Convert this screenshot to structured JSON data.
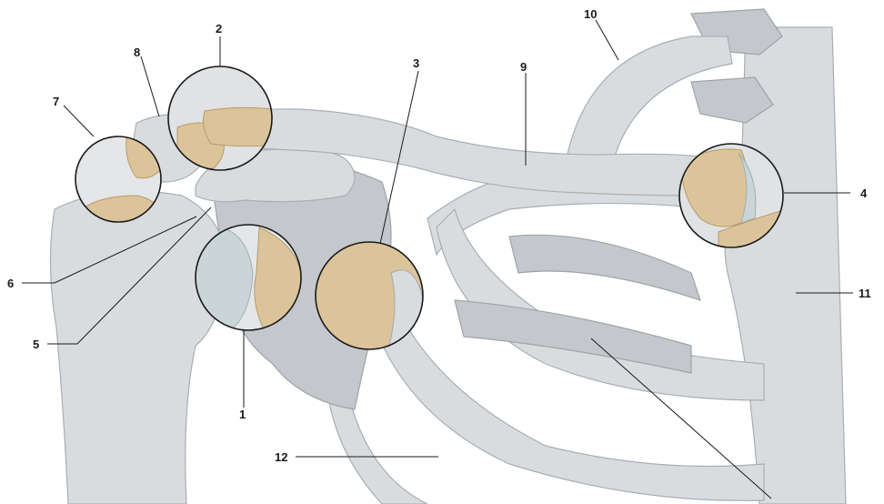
{
  "labels": {
    "l1": "1",
    "l2": "2",
    "l3": "3",
    "l4": "4",
    "l5": "5",
    "l6": "6",
    "l7": "7",
    "l8": "8",
    "l9": "9",
    "l10": "10",
    "l11": "11",
    "l12": "12"
  },
  "colors": {
    "bone": "#d9dcdf",
    "cartilage": "#dcc49a",
    "articular_surface": "#c9d5d6",
    "leader_lines": "#1a1a1a"
  }
}
